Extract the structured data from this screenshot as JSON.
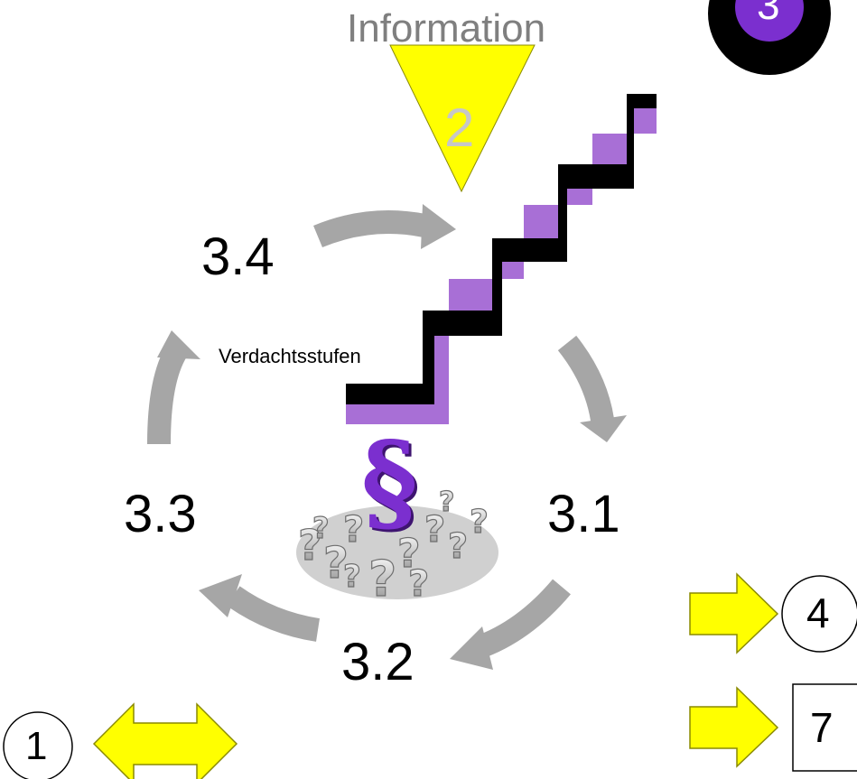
{
  "header": {
    "title": "Information"
  },
  "badge": {
    "number": "3"
  },
  "triangle": {
    "number": "2"
  },
  "stairs": {
    "label": "Verdachtsstufen"
  },
  "cycle": {
    "steps": [
      "3.1",
      "3.2",
      "3.3",
      "3.4"
    ]
  },
  "law_icon": {
    "symbol": "§",
    "name": "paragraph-question-marks-icon"
  },
  "nav": {
    "link_4": "4",
    "link_7": "7",
    "link_1": "1"
  },
  "colors": {
    "yellow": "#ffff00",
    "purple": "#7b2fcf",
    "lavender": "#a86fd6",
    "gray_arrow": "#a6a6a6",
    "text_gray": "#7f7f7f"
  }
}
